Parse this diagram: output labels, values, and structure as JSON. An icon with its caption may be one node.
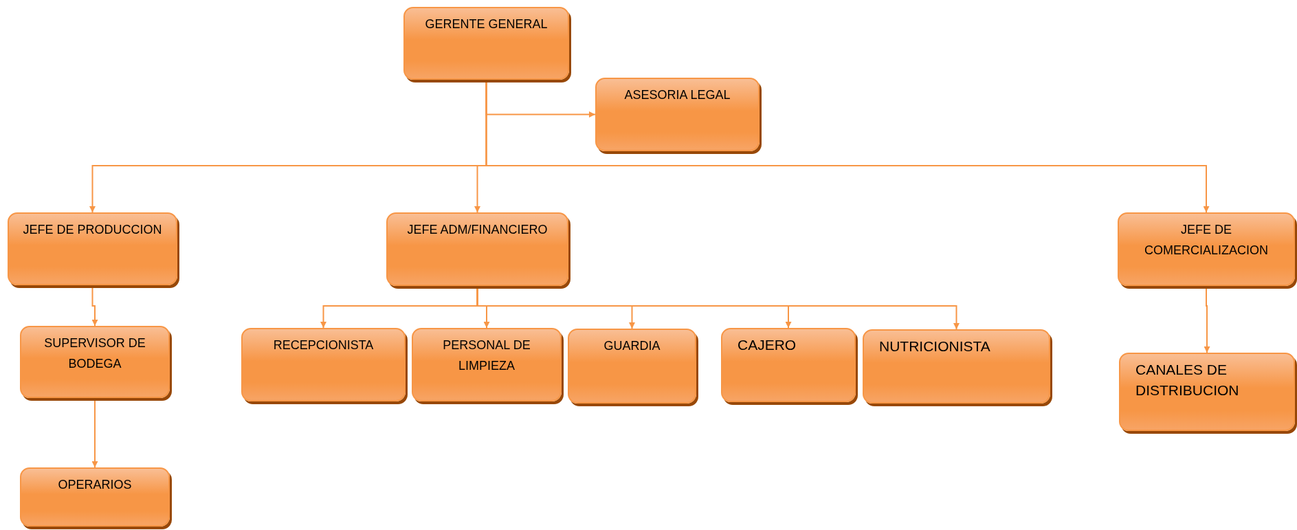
{
  "diagram": {
    "nodes": [
      {
        "text": [
          "GERENTE GENERAL"
        ]
      },
      {
        "text": [
          "ASESORIA LEGAL"
        ]
      },
      {
        "text": [
          "JEFE DE PRODUCCION"
        ]
      },
      {
        "text": [
          "JEFE ADM/FINANCIERO"
        ]
      },
      {
        "text": [
          "JEFE DE COMERCIALIZACION"
        ]
      },
      {
        "text": [
          "SUPERVISOR DE BODEGA"
        ]
      },
      {
        "text": [
          "OPERARIOS"
        ]
      },
      {
        "text": [
          "RECEPCIONISTA"
        ]
      },
      {
        "text": [
          "PERSONAL DE LIMPIEZA"
        ]
      },
      {
        "text": [
          "GUARDIA"
        ]
      },
      {
        "text": [
          "CAJERO"
        ]
      },
      {
        "text": [
          "NUTRICIONISTA"
        ]
      },
      {
        "text": [
          "CANALES DE DISTRIBUCION"
        ]
      }
    ],
    "edges": [
      {
        "from": 0,
        "to": 1,
        "arrow": "to"
      },
      {
        "from": 0,
        "to": 2,
        "arrow": "to"
      },
      {
        "from": 0,
        "to": 3,
        "arrow": "to"
      },
      {
        "from": 0,
        "to": 4,
        "arrow": "to"
      },
      {
        "from": 2,
        "to": 5,
        "arrow": "to"
      },
      {
        "from": 5,
        "to": 6,
        "arrow": "to"
      },
      {
        "from": 3,
        "to": 7,
        "arrow": "to"
      },
      {
        "from": 3,
        "to": 8,
        "arrow": "to"
      },
      {
        "from": 3,
        "to": 9,
        "arrow": "to"
      },
      {
        "from": 3,
        "to": 10,
        "arrow": "to"
      },
      {
        "from": 3,
        "to": 11,
        "arrow": "to"
      },
      {
        "from": 4,
        "to": 12,
        "arrow": "to"
      }
    ]
  }
}
